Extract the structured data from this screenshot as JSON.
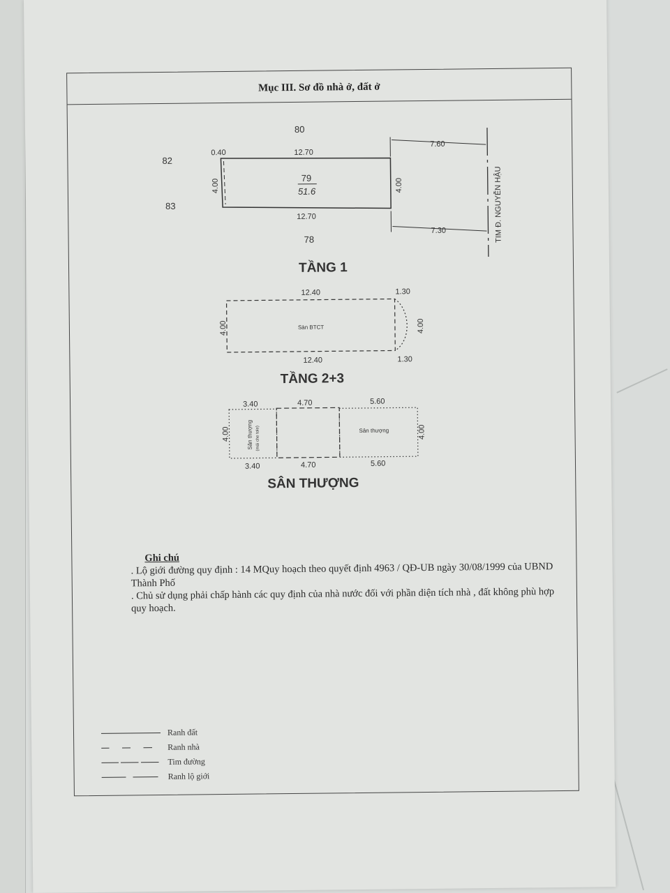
{
  "header": {
    "title": "Mục III. Sơ đồ nhà ở, đất ở"
  },
  "tang1": {
    "title": "TẦNG 1",
    "neighbors": {
      "top": "80",
      "left_top": "82",
      "left_bottom": "83",
      "bottom": "78"
    },
    "lot_number": "79",
    "lot_area": "51.6",
    "dim_top": "12.70",
    "dim_bottom": "12.70",
    "dim_left": "4.00",
    "dim_right": "4.00",
    "dim_offset": "0.40",
    "dim_road_top": "7.60",
    "dim_road_bottom": "7.30",
    "road_label": "TIM Đ. NGUYỄN HẬU"
  },
  "tang23": {
    "title": "TẦNG 2+3",
    "dim_top": "12.40",
    "dim_bottom": "12.40",
    "dim_balcony_top": "1.30",
    "dim_balcony_bottom": "1.30",
    "dim_left": "4.00",
    "dim_right": "4.00",
    "room_label": "Sàn BTCT"
  },
  "santhuong": {
    "title": "SÂN THƯỢNG",
    "dims_top": [
      "3.40",
      "4.70",
      "5.60"
    ],
    "dims_bottom": [
      "3.40",
      "4.70",
      "5.60"
    ],
    "dim_left": "4.00",
    "dim_right": "4.00",
    "left_label": "Sân thượng",
    "left_sublabel": "(mái che tole)",
    "right_label": "Sân thượng"
  },
  "notes": {
    "title": "Ghi chú",
    "lines": [
      ". Lộ giới đường quy định : 14 MQuy hoạch theo quyết định 4963 / QĐ-UB ngày 30/08/1999 của UBND Thành Phố",
      ". Chủ sử dụng phải chấp hành các quy định của nhà nước đối với phần diện tích nhà , đất không phù hợp quy hoạch."
    ]
  },
  "legend": [
    {
      "label": "Ranh đất",
      "style": "solid"
    },
    {
      "label": "Ranh nhà",
      "style": "dashed"
    },
    {
      "label": "Tim đường",
      "style": "dash-dot"
    },
    {
      "label": "Ranh lộ giới",
      "style": "long-dash"
    }
  ]
}
